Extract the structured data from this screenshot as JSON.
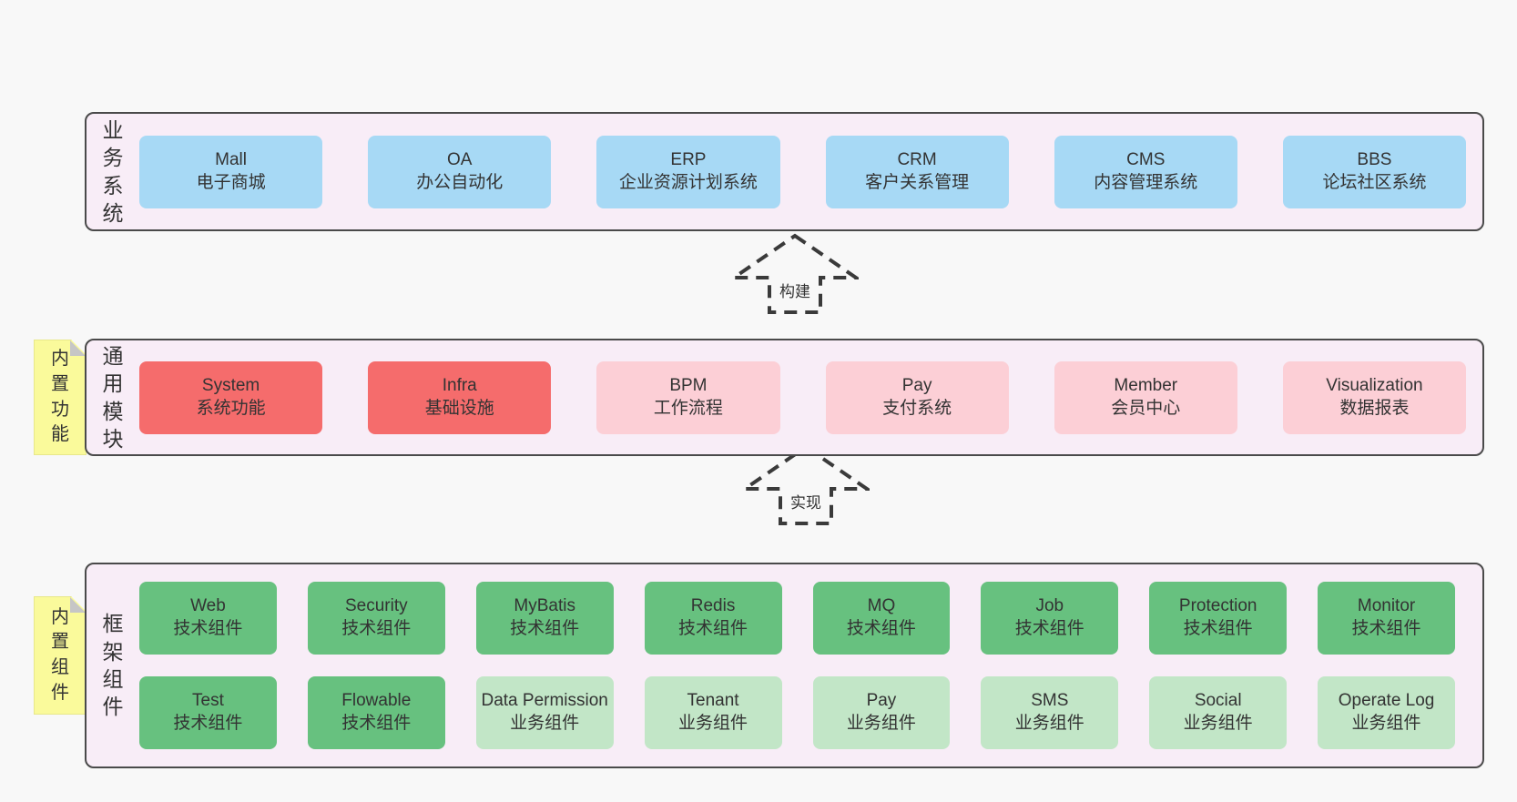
{
  "colors": {
    "page_bg": "#f8f8f8",
    "panel_bg": "#f8edf7",
    "panel_border": "#4a4a4a",
    "card_blue": "#a7d9f5",
    "card_red": "#f56c6c",
    "card_pink": "#fccfd6",
    "card_green_dark": "#67c17f",
    "card_green_light": "#c2e6c7",
    "sticky_note": "#fafa9b",
    "text": "#333333"
  },
  "arrows": [
    {
      "label": "构建"
    },
    {
      "label": "实现"
    }
  ],
  "sections": {
    "business": {
      "side_label": "业务系统",
      "boxes": [
        {
          "title": "Mall",
          "subtitle": "电子商城"
        },
        {
          "title": "OA",
          "subtitle": "办公自动化"
        },
        {
          "title": "ERP",
          "subtitle": "企业资源计划系统"
        },
        {
          "title": "CRM",
          "subtitle": "客户关系管理"
        },
        {
          "title": "CMS",
          "subtitle": "内容管理系统"
        },
        {
          "title": "BBS",
          "subtitle": "论坛社区系统"
        }
      ]
    },
    "modules": {
      "side_label": "通用模块",
      "sticky_note": "内置功能",
      "boxes": [
        {
          "title": "System",
          "subtitle": "系统功能"
        },
        {
          "title": "Infra",
          "subtitle": "基础设施"
        },
        {
          "title": "BPM",
          "subtitle": "工作流程"
        },
        {
          "title": "Pay",
          "subtitle": "支付系统"
        },
        {
          "title": "Member",
          "subtitle": "会员中心"
        },
        {
          "title": "Visualization",
          "subtitle": "数据报表"
        }
      ]
    },
    "framework": {
      "side_label": "框架组件",
      "sticky_note": "内置组件",
      "row1": [
        {
          "title": "Web",
          "subtitle": "技术组件"
        },
        {
          "title": "Security",
          "subtitle": "技术组件"
        },
        {
          "title": "MyBatis",
          "subtitle": "技术组件"
        },
        {
          "title": "Redis",
          "subtitle": "技术组件"
        },
        {
          "title": "MQ",
          "subtitle": "技术组件"
        },
        {
          "title": "Job",
          "subtitle": "技术组件"
        },
        {
          "title": "Protection",
          "subtitle": "技术组件"
        },
        {
          "title": "Monitor",
          "subtitle": "技术组件"
        }
      ],
      "row2": [
        {
          "title": "Test",
          "subtitle": "技术组件"
        },
        {
          "title": "Flowable",
          "subtitle": "技术组件"
        },
        {
          "title": "Data Permission",
          "subtitle": "业务组件"
        },
        {
          "title": "Tenant",
          "subtitle": "业务组件"
        },
        {
          "title": "Pay",
          "subtitle": "业务组件"
        },
        {
          "title": "SMS",
          "subtitle": "业务组件"
        },
        {
          "title": "Social",
          "subtitle": "业务组件"
        },
        {
          "title": "Operate Log",
          "subtitle": "业务组件"
        }
      ]
    }
  }
}
